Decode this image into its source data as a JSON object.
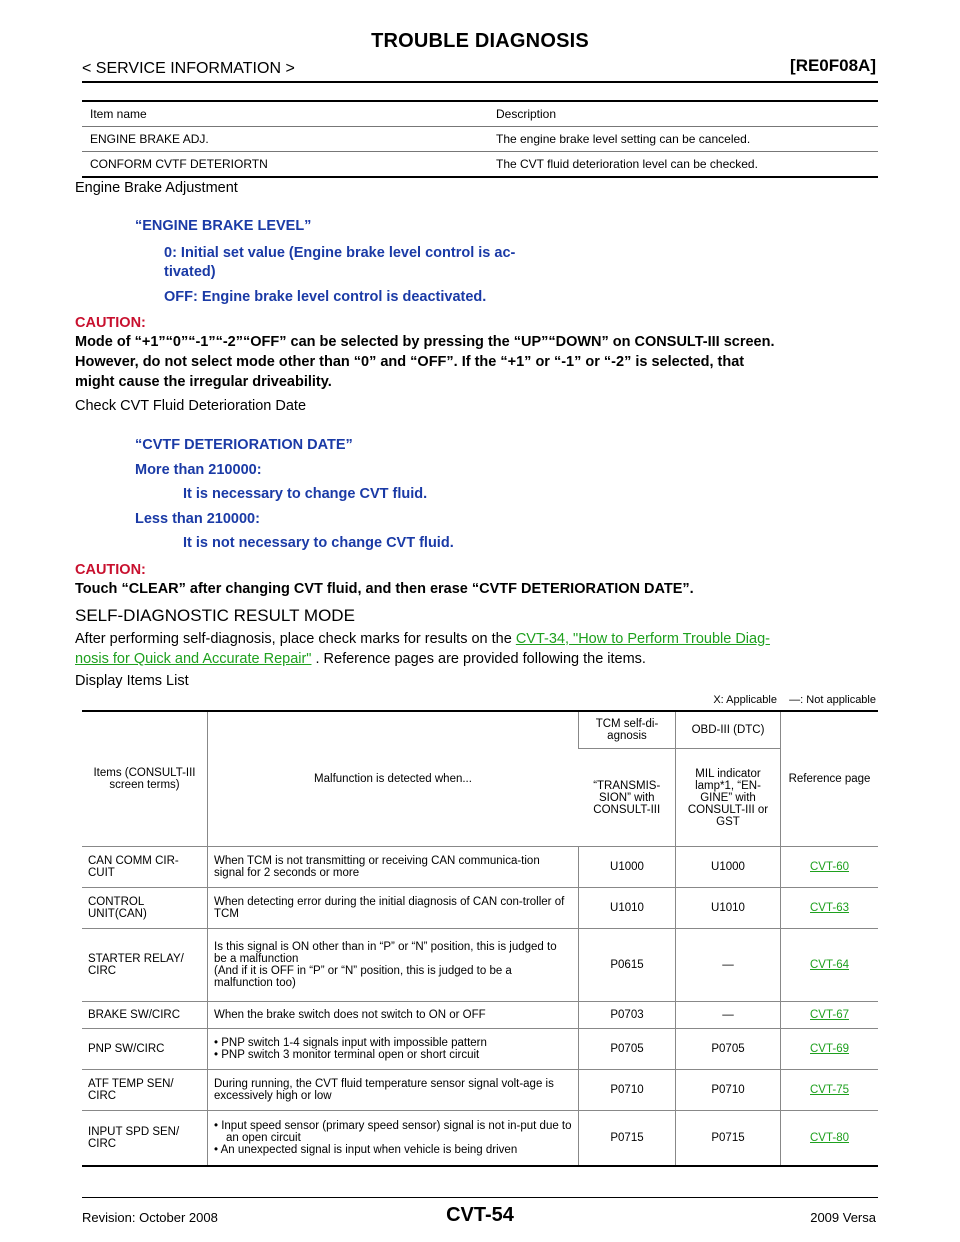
{
  "header": {
    "title": "TROUBLE DIAGNOSIS",
    "section": "< SERVICE INFORMATION >",
    "code": "[RE0F08A]"
  },
  "items_table": {
    "headers": [
      "Item name",
      "Description"
    ],
    "rows": [
      [
        "ENGINE BRAKE ADJ.",
        "The engine brake level setting can be canceled."
      ],
      [
        "CONFORM CVTF DETERIORTN",
        "The CVT fluid deterioration level can be checked."
      ]
    ]
  },
  "engine_brake": {
    "heading": "Engine Brake Adjustment",
    "label": "“ENGINE BRAKE LEVEL”",
    "line1a": "0: Initial set value (Engine brake level control is ac-",
    "line1b": "tivated)",
    "line2": "OFF: Engine brake level control is deactivated.",
    "caution_title": "CAUTION:",
    "caution_1": "Mode of “+1”“0”“-1”“-2”“OFF” can be selected by pressing the “UP”“DOWN” on CONSULT-III screen.",
    "caution_2": "However, do not select mode other than “0” and “OFF”. If the “+1” or “-1” or “-2” is selected, that",
    "caution_3": "might cause the irregular driveability."
  },
  "cvt_fluid": {
    "heading": "Check CVT Fluid Deterioration Date",
    "label": "“CVTF DETERIORATION DATE”",
    "more_label": "More than 210000:",
    "more_text": "It is necessary to change CVT fluid.",
    "less_label": "Less than 210000:",
    "less_text": "It is not necessary to change CVT fluid.",
    "caution_title": "CAUTION:",
    "caution_text": "Touch “CLEAR” after changing CVT fluid, and then erase “CVTF DETERIORATION DATE”."
  },
  "self_diag": {
    "heading": "SELF-DIAGNOSTIC RESULT MODE",
    "text_before": "After performing self-diagnosis, place check marks for results on the ",
    "link_1": "CVT-34, \"How to Perform Trouble Diag-",
    "link_2": "nosis for Quick and Accurate Repair\"",
    "text_after": " . Reference pages are provided following the items.",
    "list_heading": "Display Items List",
    "legend": "X: Applicable    —: Not applicable"
  },
  "display_table": {
    "h_items": "Items (CONSULT-III screen terms)",
    "h_malfunction": "Malfunction is detected when...",
    "h_tcm": "TCM self-di-agnosis",
    "h_obd": "OBD-III (DTC)",
    "h_reference": "Reference page",
    "h_transmission": "“TRANSMIS-SION” with CONSULT-III",
    "h_mil": "MIL indicator lamp*1, “EN-GINE” with CONSULT-III or GST",
    "rows": [
      {
        "item": "CAN COMM CIR-CUIT",
        "desc": [
          "When TCM is not transmitting or receiving CAN communica-tion signal for 2 seconds or more"
        ],
        "bullets": false,
        "tcm": "U1000",
        "obd": "U1000",
        "ref": "CVT-60"
      },
      {
        "item": "CONTROL UNIT(CAN)",
        "desc": [
          "When detecting error during the initial diagnosis of CAN con-troller of TCM"
        ],
        "bullets": false,
        "tcm": "U1010",
        "obd": "U1010",
        "ref": "CVT-63"
      },
      {
        "item": "STARTER RELAY/ CIRC",
        "desc": [
          "Is this signal is ON other than in “P” or “N” position, this is judged to be a malfunction",
          "(And if it is OFF in “P” or “N” position, this is judged to be a malfunction too)"
        ],
        "bullets": false,
        "tcm": "P0615",
        "obd": "—",
        "ref": "CVT-64"
      },
      {
        "item": "BRAKE SW/CIRC",
        "desc": [
          "When the brake switch does not switch to ON or OFF"
        ],
        "bullets": false,
        "tcm": "P0703",
        "obd": "—",
        "ref": "CVT-67"
      },
      {
        "item": "PNP SW/CIRC",
        "desc": [
          "• PNP switch 1-4 signals input with impossible pattern",
          "• PNP switch 3 monitor terminal open or short circuit"
        ],
        "bullets": true,
        "tcm": "P0705",
        "obd": "P0705",
        "ref": "CVT-69"
      },
      {
        "item": "ATF TEMP SEN/ CIRC",
        "desc": [
          "During running, the CVT fluid temperature sensor signal volt-age is excessively high or low"
        ],
        "bullets": false,
        "tcm": "P0710",
        "obd": "P0710",
        "ref": "CVT-75"
      },
      {
        "item": "INPUT SPD SEN/ CIRC",
        "desc": [
          "• Input speed sensor (primary speed sensor) signal is not in-put due to an open circuit",
          "• An unexpected signal is input when vehicle is being driven"
        ],
        "bullets": true,
        "tcm": "P0715",
        "obd": "P0715",
        "ref": "CVT-80"
      }
    ]
  },
  "footer": {
    "revision": "Revision: October 2008",
    "page": "CVT-54",
    "model": "2009 Versa"
  }
}
